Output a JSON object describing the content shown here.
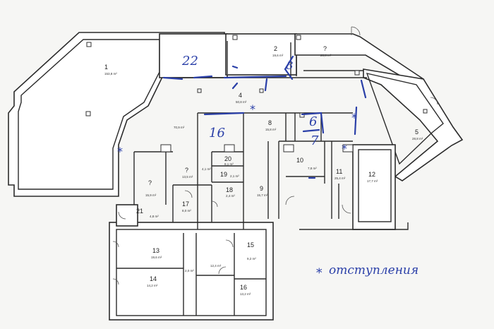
{
  "rooms": [
    {
      "id": "1",
      "label": "1",
      "area": "153,8 m²"
    },
    {
      "id": "2",
      "label": "2",
      "area": "19,6 m²"
    },
    {
      "id": "q-top",
      "label": "?",
      "area": "20,8 m²"
    },
    {
      "id": "4",
      "label": "4",
      "area": "50,8 m²"
    },
    {
      "id": "5",
      "label": "5",
      "area": "28,8 m²"
    },
    {
      "id": "8",
      "label": "8",
      "area": "15,8 m²"
    },
    {
      "id": "9",
      "label": "9",
      "area": "15,7 m²"
    },
    {
      "id": "10",
      "label": "10",
      "area": "7,8 m²"
    },
    {
      "id": "11",
      "label": "11",
      "area": "25,4 m²"
    },
    {
      "id": "12",
      "label": "12",
      "area": "17,7 m²"
    },
    {
      "id": "13",
      "label": "13",
      "area": "19,6 m²"
    },
    {
      "id": "14",
      "label": "14",
      "area": "14,2 m²"
    },
    {
      "id": "15",
      "label": "15",
      "area": "9,2 m²"
    },
    {
      "id": "16",
      "label": "16",
      "area": "13,2 m²"
    },
    {
      "id": "17",
      "label": "17",
      "area": "8,0 m²"
    },
    {
      "id": "18",
      "label": "18",
      "area": "2,4 m²"
    },
    {
      "id": "19",
      "label": "19",
      "area": "2,1 m²"
    },
    {
      "id": "20",
      "label": "20",
      "area": "8,1 m²"
    },
    {
      "id": "21",
      "label": "21",
      "area": "4,8 m²"
    },
    {
      "id": "q-left",
      "label": "?",
      "area": "15,9 m²"
    },
    {
      "id": "q-mid",
      "label": "?",
      "area": "13,5 m²"
    },
    {
      "id": "corr-a",
      "label": "",
      "area": "70,9 m²"
    },
    {
      "id": "corr-b",
      "label": "",
      "area": "4,1 m²"
    },
    {
      "id": "corr-c",
      "label": "",
      "area": "12,4 m²"
    },
    {
      "id": "corr-d",
      "label": "",
      "area": "2,0 m²"
    }
  ],
  "handwritten": {
    "n22": "22",
    "n3": "3",
    "n16": "16",
    "n6": "6",
    "n7": "7"
  },
  "legend": {
    "symbol": "*",
    "text": "отступления"
  },
  "colors": {
    "ink": "#2a3fa8",
    "walls": "#2b2b2b",
    "paper": "#f6f6f4"
  }
}
